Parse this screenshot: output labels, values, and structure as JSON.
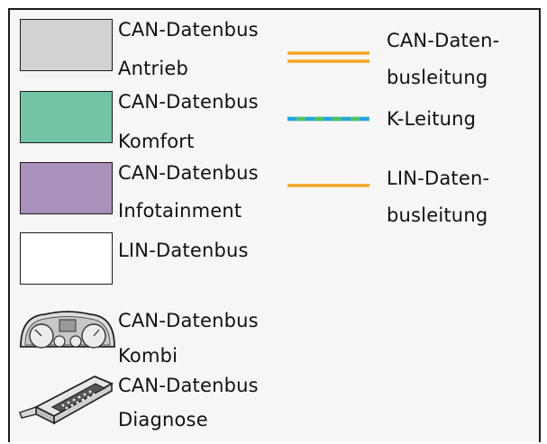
{
  "legend": {
    "items": [
      {
        "swatch_color": "#d2d2d2",
        "line1": "CAN-Datenbus",
        "line2": "Antrieb"
      },
      {
        "swatch_color": "#72c4a5",
        "line1": "CAN-Datenbus",
        "line2": "Komfort"
      },
      {
        "swatch_color": "#a991bb",
        "line1": "CAN-Datenbus",
        "line2": "Infotainment"
      },
      {
        "swatch_color": "#ffffff",
        "line1": "LIN-Datenbus"
      },
      {
        "icon": "instrument-cluster-icon",
        "line1": "CAN-Datenbus",
        "line2": "Kombi"
      },
      {
        "icon": "diagnostic-connector-icon",
        "line1": "CAN-Datenbus",
        "line2": "Diagnose"
      }
    ],
    "lines": [
      {
        "style": "double-orange",
        "color": "#f5a623",
        "line1": "CAN-Daten-",
        "line2": "busleitung"
      },
      {
        "style": "blue-green-dashed",
        "colors": [
          "#1fa6e6",
          "#52c25e"
        ],
        "line1": "K-Leitung"
      },
      {
        "style": "single-orange",
        "color": "#f5a623",
        "line1": "LIN-Daten-",
        "line2": "busleitung"
      }
    ]
  }
}
